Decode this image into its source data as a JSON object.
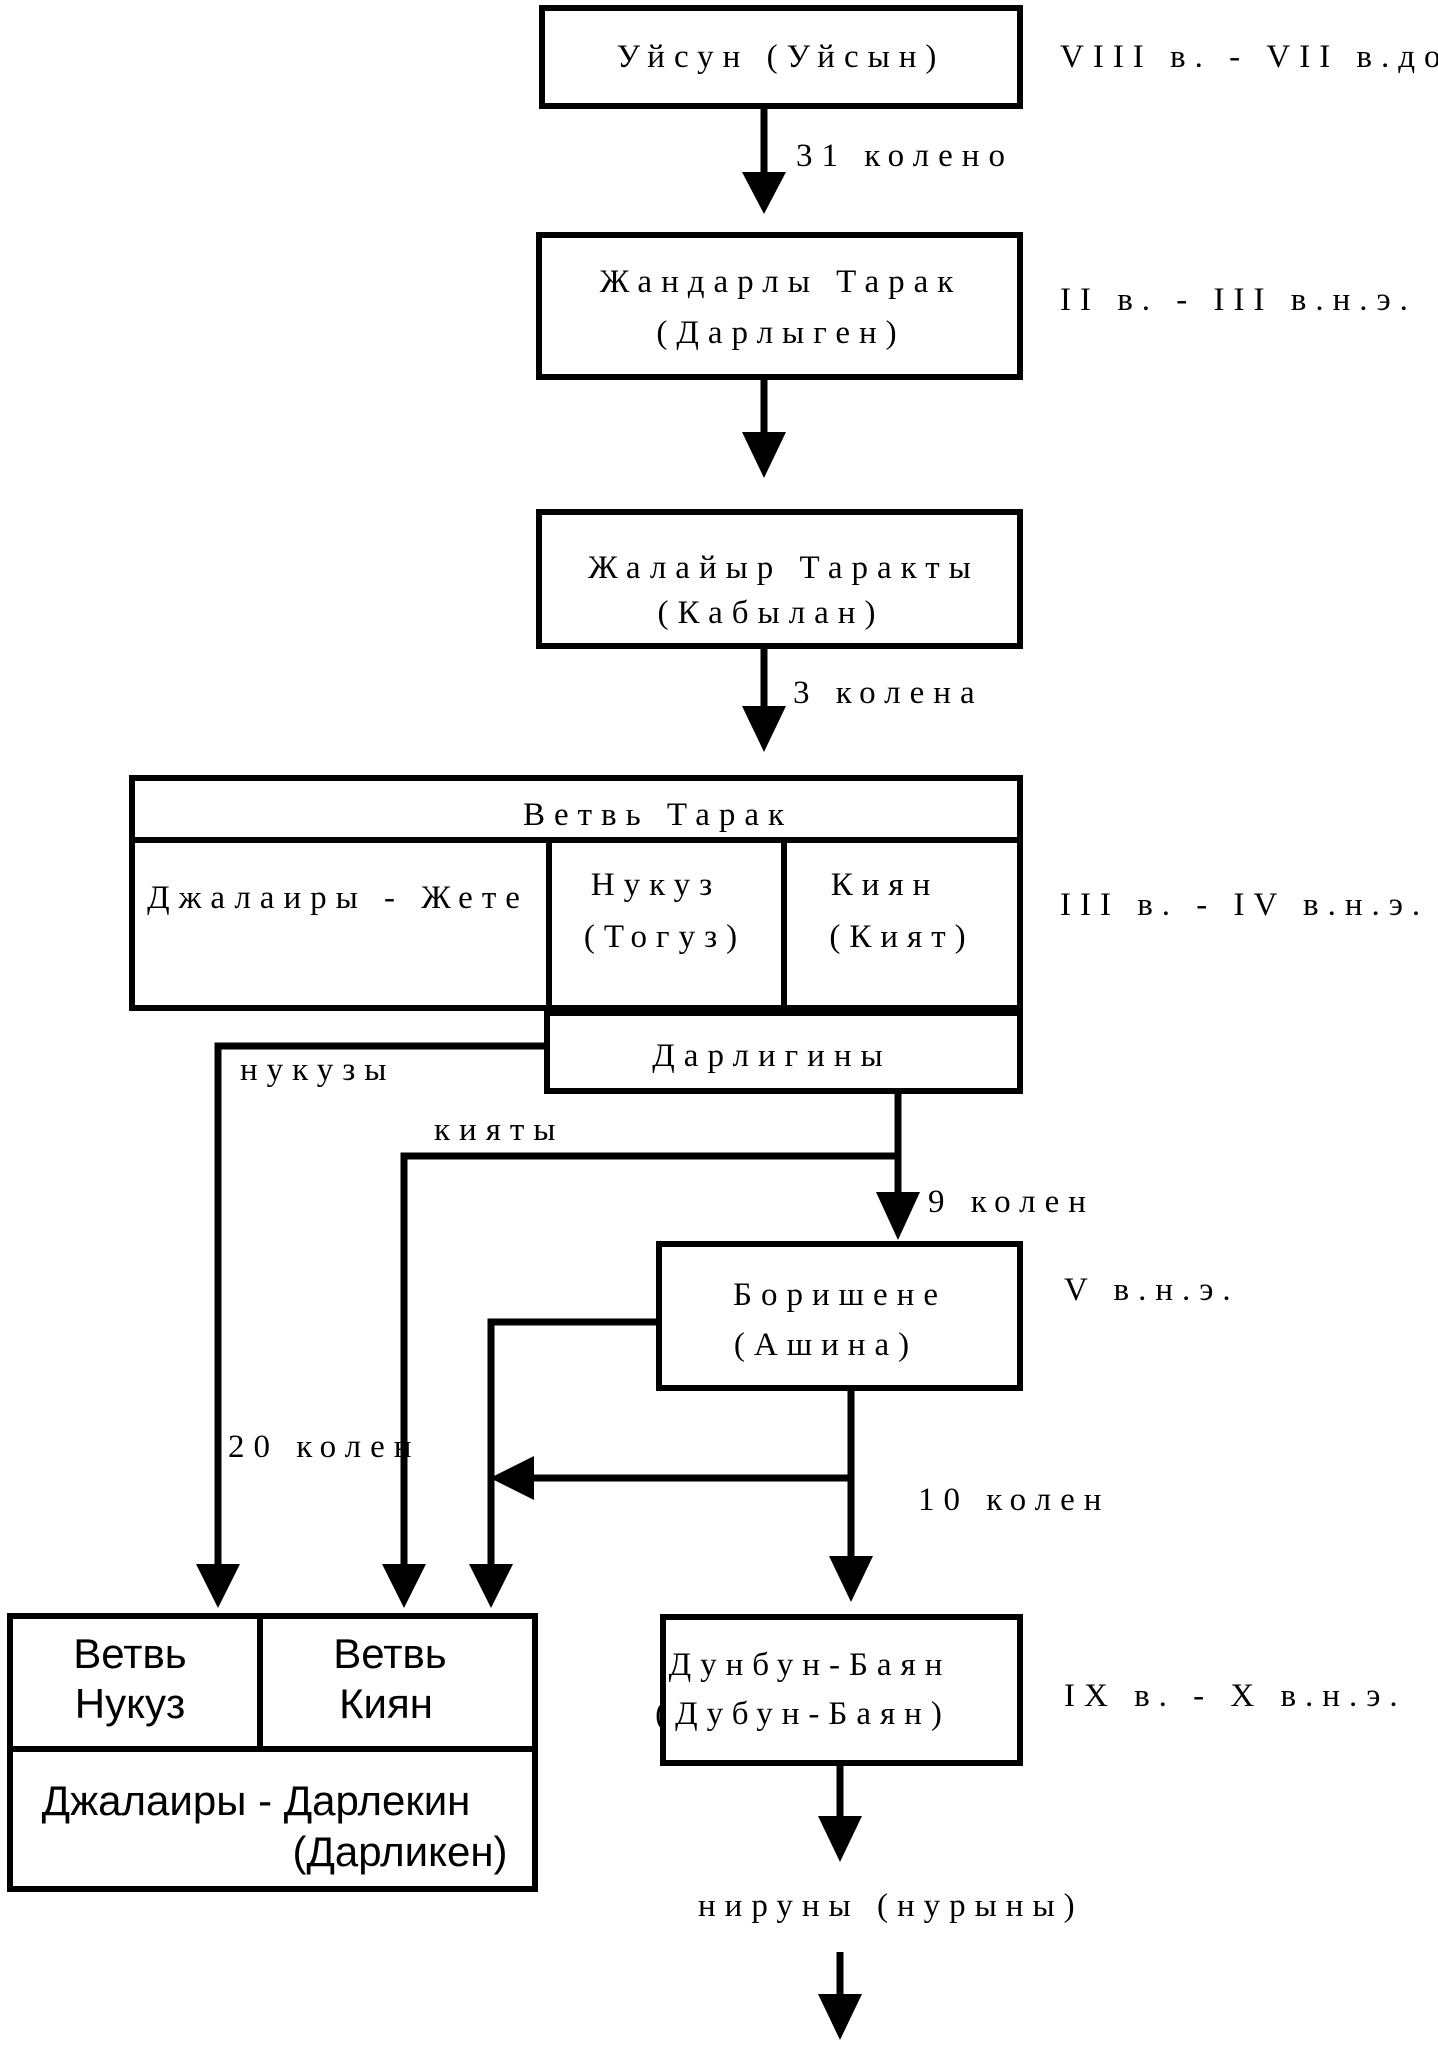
{
  "nodes": {
    "uysun": "Уйсун (Уйсын)",
    "zhandarly_line1": "Жандарлы Тарак",
    "zhandarly_line2": "(Дарлыген)",
    "zhalayyr_line1": "Жалайыр Таракты",
    "zhalayyr_line2": "(Кабылан)",
    "vetv_tarak": "Ветвь Тарак",
    "dzhalairy_zhete": "Джалаиры - Жете",
    "nukuz_line1": "Нукуз",
    "nukuz_line2": "(Тогуз)",
    "kiyan_line1": "Киян",
    "kiyan_line2": "(Кият)",
    "darligin": "Дарлигины",
    "borishene_line1": "Боришене",
    "borishene_line2": "(Ашина)",
    "dunbun_line1": "Дунбун-Баян",
    "dunbun_line2": "(Дубун-Баян)",
    "vetv_nukuz_line1": "Ветвь",
    "vetv_nukuz_line2": "Нукуз",
    "vetv_kiyan_line1": "Ветвь",
    "vetv_kiyan_line2": "Киян",
    "dzhalairy_darlekin_line1": "Джалаиры - Дарлекин",
    "dzhalairy_darlekin_line2": "(Дарликен)",
    "niruny": "ниру­ны (нурыны)"
  },
  "periods": {
    "p1": "VIII в. - VII в.до н.э.",
    "p2": "II в. - III в.н.э.",
    "p3": "III в. - IV в.н.э.",
    "p4": "V в.н.э.",
    "p5": "IX в. - X в.н.э."
  },
  "edges": {
    "e1": "31 колено",
    "e2": "3 колена",
    "e3": "9 колен",
    "e4": "10 колен",
    "e5": "20 колен",
    "nukuzy": "нукузы",
    "kiyaty": "кияты"
  }
}
